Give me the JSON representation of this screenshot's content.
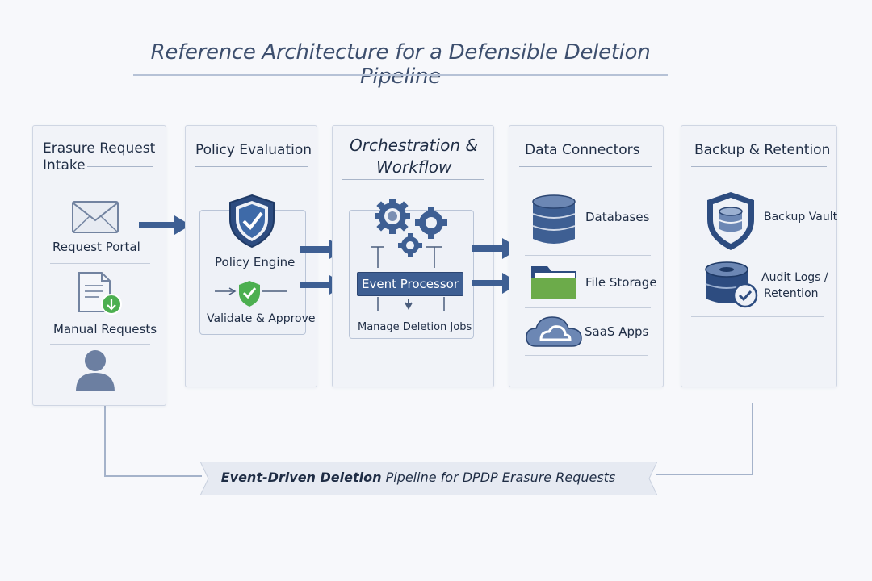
{
  "title": "Reference Architecture for a Defensible Deletion Pipeline",
  "columns": {
    "intake": {
      "heading_line1": "Erasure Request",
      "heading_line2": "Intake",
      "items": [
        "Request Portal",
        "Manual Requests"
      ]
    },
    "policy": {
      "heading": "Policy Evaluation",
      "engine_label": "Policy Engine",
      "validate_label": "Validate & Approve"
    },
    "orchestration": {
      "heading_line1": "Orchestration &",
      "heading_line2": "Workflow",
      "event_label": "Event Processor",
      "jobs_label": "Manage Deletion Jobs"
    },
    "connectors": {
      "heading": "Data Connectors",
      "items": [
        "Databases",
        "File Storage",
        "SaaS Apps"
      ]
    },
    "backup": {
      "heading": "Backup & Retention",
      "items": [
        "Backup Vault",
        "Audit Logs /",
        "Retention"
      ]
    }
  },
  "banner": {
    "bold_part": "Event-Driven Deletion",
    "rest_part": " Pipeline for DPDP Erasure Requests"
  },
  "icons": {
    "envelope": "envelope-icon",
    "document": "document-download-icon",
    "user": "user-icon",
    "shield": "shield-check-icon",
    "gears": "gears-icon",
    "database": "database-icon",
    "folder": "folder-icon",
    "cloud": "cloud-icon",
    "vault": "vault-shield-icon",
    "audit": "audit-log-icon"
  },
  "colors": {
    "primary": "#3e5f93",
    "accent_green": "#4caf50",
    "background": "#f7f8fb"
  }
}
